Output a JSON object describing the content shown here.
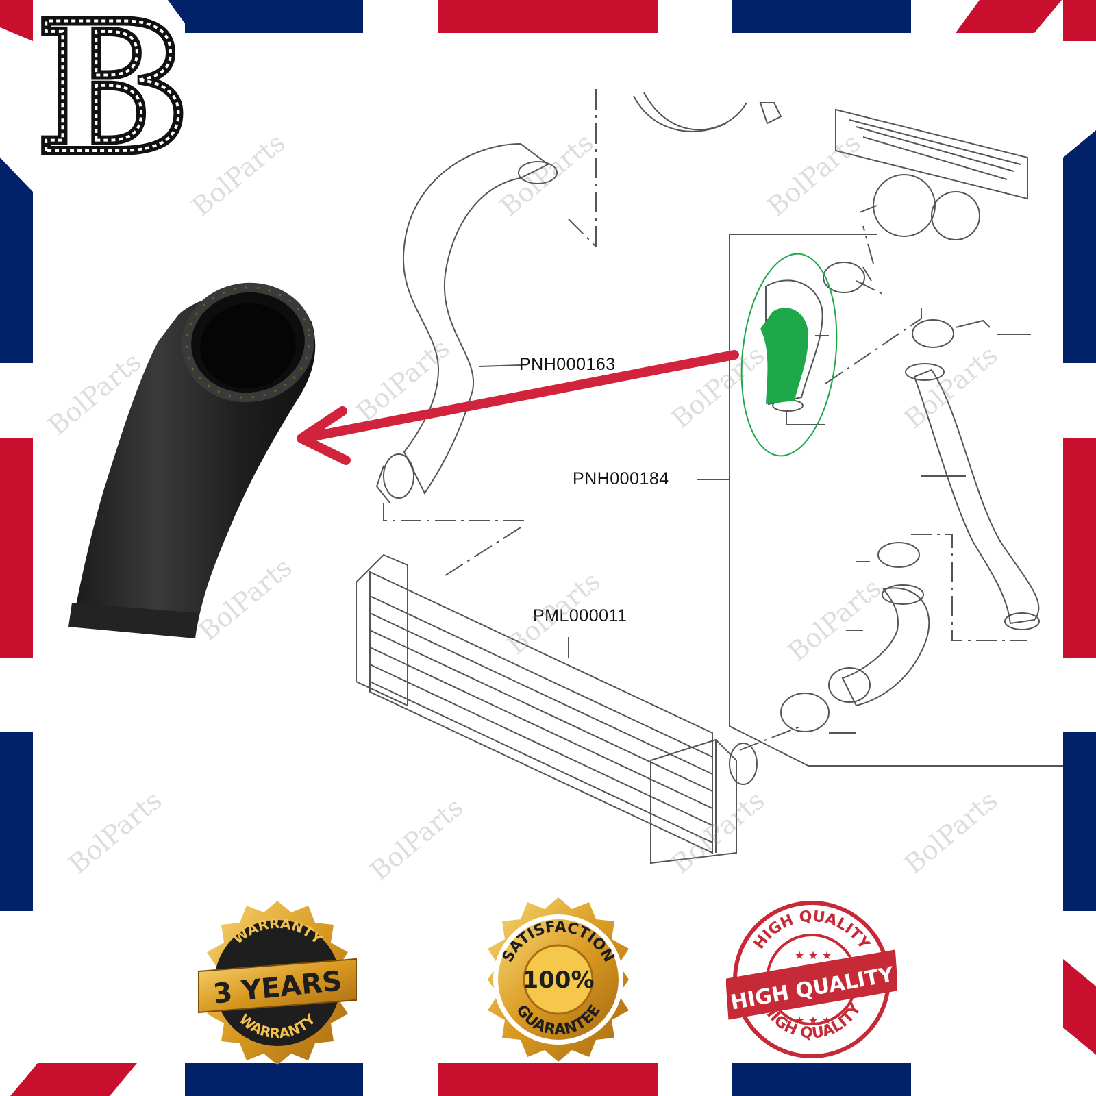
{
  "brand": {
    "monogram": "B",
    "watermark_text": "BolParts"
  },
  "diagram": {
    "part_labels": [
      "PNH000163",
      "PNH000184",
      "PML000011"
    ],
    "highlight_color": "#1fa84a",
    "arrow_color": "#d2233c"
  },
  "badges": {
    "warranty": {
      "arc_top": "WARRANTY",
      "center": "3 YEARS",
      "arc_bottom": "WARRANTY"
    },
    "satisfaction": {
      "arc_top": "SATISFACTION",
      "center": "100%",
      "arc_bottom": "GUARANTEE"
    },
    "quality": {
      "arc_top": "HIGH QUALITY",
      "center": "HIGH QUALITY",
      "arc_bottom": "HIGH QUALITY"
    }
  },
  "colors": {
    "flag_red": "#c8102e",
    "flag_blue": "#012169",
    "gold": "#e0a42a",
    "stamp_red": "#c62a36"
  }
}
